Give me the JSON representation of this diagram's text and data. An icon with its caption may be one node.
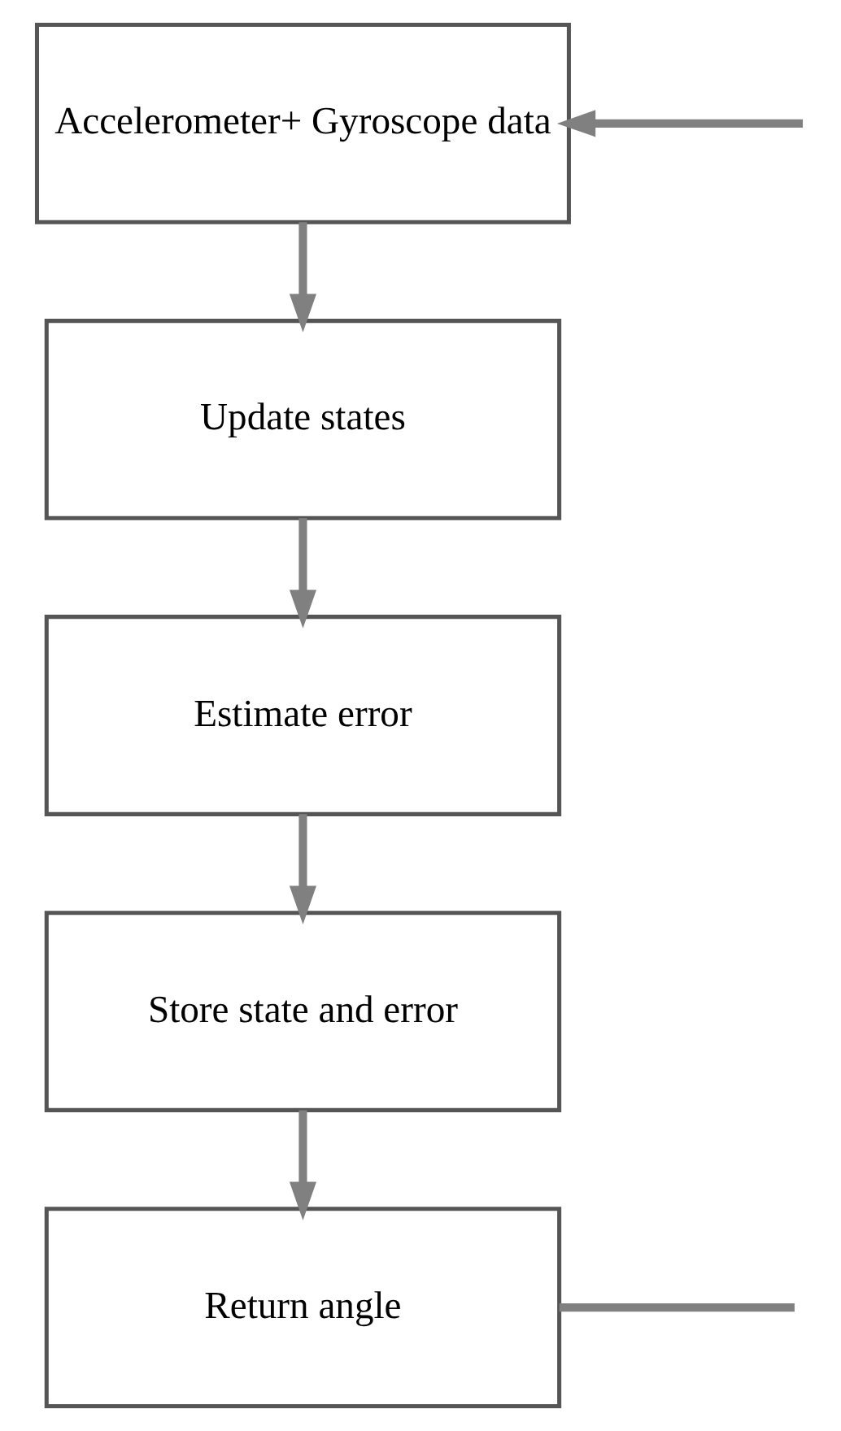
{
  "diagram": {
    "nodes": [
      {
        "text": [
          "Accelerometer+ Gyroscope data"
        ]
      },
      {
        "text": [
          "Update states"
        ]
      },
      {
        "text": [
          "Estimate error"
        ]
      },
      {
        "text": [
          "Store state and error"
        ]
      },
      {
        "text": [
          "Return angle"
        ]
      }
    ],
    "edges": [
      {
        "from": null,
        "to": 0,
        "arrow": "to"
      },
      {
        "from": 0,
        "to": 1,
        "arrow": "to"
      },
      {
        "from": 1,
        "to": 2,
        "arrow": "to"
      },
      {
        "from": 2,
        "to": 3,
        "arrow": "to"
      },
      {
        "from": 3,
        "to": 4,
        "arrow": "to"
      },
      {
        "from": 4,
        "to": null,
        "arrow": "none"
      }
    ]
  }
}
